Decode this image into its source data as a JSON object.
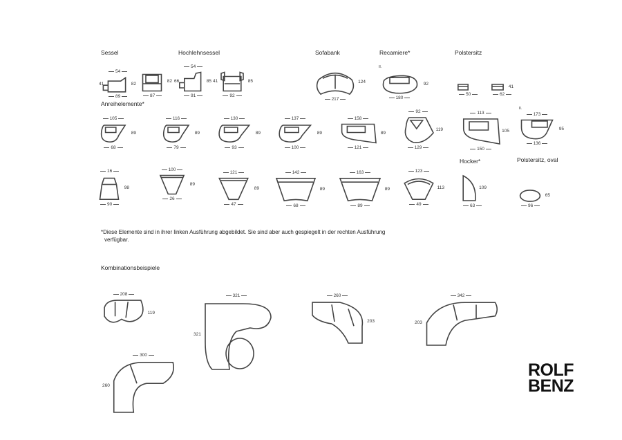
{
  "headings": {
    "sessel": "Sessel",
    "hochlehnsessel": "Hochlehnsessel",
    "sofabank": "Sofabank",
    "recamiere": "Recamiere*",
    "polstersitz": "Polstersitz",
    "anreihelemente": "Anreihelemente*",
    "hocker": "Hocker*",
    "polstersitz_oval": "Polstersitz, oval",
    "kombinationsbeispiele": "Kombinationsbeispiele"
  },
  "marks": {
    "recamiere": "II.",
    "anreihe_end": "II."
  },
  "row1": [
    {
      "top": "54",
      "left": "41",
      "right": "82",
      "bottom": "89"
    },
    {
      "right": "82",
      "bottom": "87"
    },
    {
      "top": "54",
      "left": "66",
      "right": "85",
      "bottom": "91"
    },
    {
      "left": "41",
      "right": "85",
      "bottom": "92"
    },
    {
      "right": "124",
      "bottom": "217"
    },
    {
      "right": "92",
      "bottom": "180"
    },
    {
      "bottom": "50"
    },
    {
      "right": "41",
      "bottom": "62"
    }
  ],
  "row2": [
    {
      "top": "105",
      "right": "89",
      "bottom": "68"
    },
    {
      "top": "116",
      "right": "89",
      "bottom": "79"
    },
    {
      "top": "130",
      "right": "89",
      "bottom": "93"
    },
    {
      "top": "137",
      "right": "89",
      "bottom": "100"
    },
    {
      "top": "158",
      "right": "89",
      "bottom": "121"
    },
    {
      "top": "92",
      "right": "119",
      "bottom": "129"
    },
    {
      "top": "113",
      "right": "105",
      "bottom": "150"
    },
    {
      "top": "173",
      "right": "95",
      "bottom": "136"
    }
  ],
  "row3": [
    {
      "top": "16",
      "right": "98",
      "bottom": "90"
    },
    {
      "top": "100",
      "right": "89",
      "bottom": "26"
    },
    {
      "top": "121",
      "right": "89",
      "bottom": "47"
    },
    {
      "top": "142",
      "right": "89",
      "bottom": "68"
    },
    {
      "top": "163",
      "right": "89",
      "bottom": "89"
    },
    {
      "top": "123",
      "right": "113",
      "bottom": "49"
    },
    {
      "right": "109",
      "bottom": "63"
    },
    {
      "right": "65",
      "bottom": "96"
    }
  ],
  "combos": [
    {
      "top": "208",
      "right": "119"
    },
    {
      "top": "321",
      "left": "321"
    },
    {
      "top": "260",
      "right": "203"
    },
    {
      "top": "342",
      "left": "203"
    },
    {
      "top": "300",
      "left": "260"
    }
  ],
  "footnote": {
    "line1": "*Diese Elemente sind in ihrer linken Ausführung abgebildet. Sie sind aber auch gespiegelt in der rechten Ausführung",
    "line2": "verfügbar."
  },
  "logo": {
    "line1": "ROLF",
    "line2": "BENZ"
  }
}
